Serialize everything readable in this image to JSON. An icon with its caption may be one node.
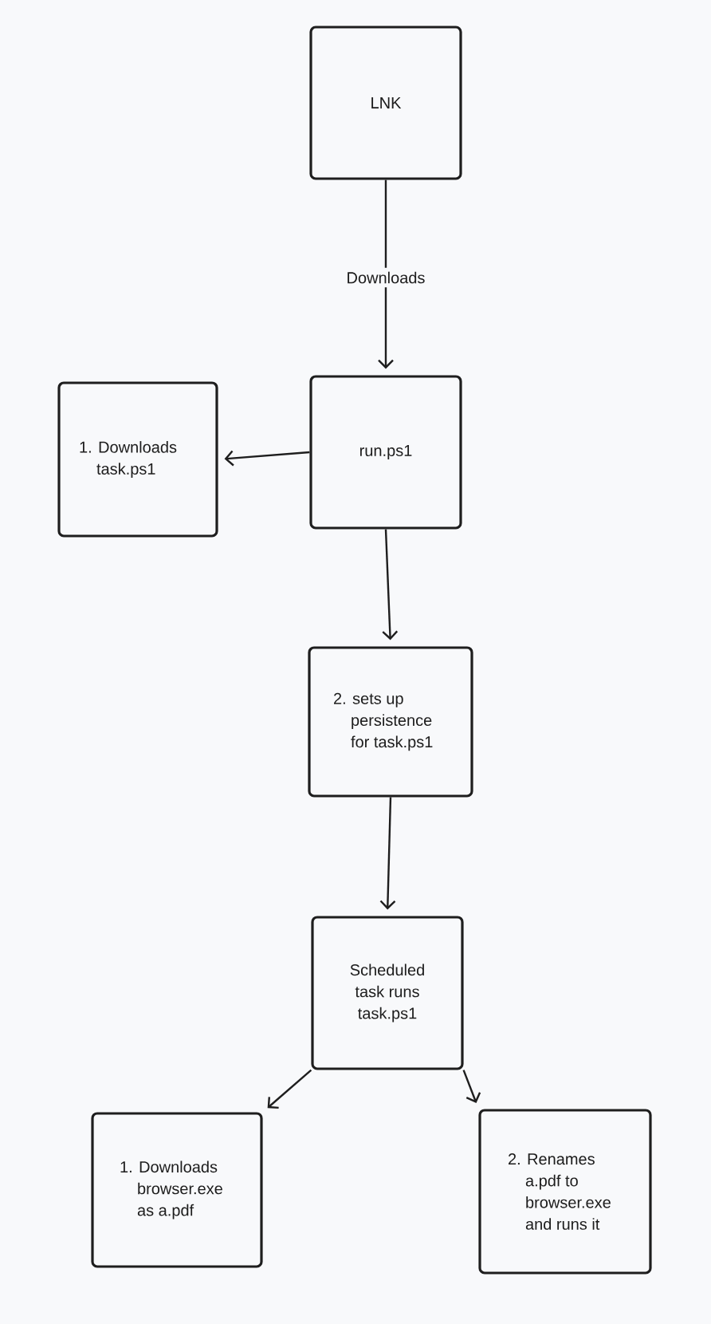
{
  "diagram": {
    "nodes": [
      {
        "text": [
          "LNK"
        ]
      },
      {
        "text": [
          "1. Downloads task.ps1"
        ]
      },
      {
        "text": [
          "run.ps1"
        ]
      },
      {
        "text": [
          "2. sets up persistence for task.ps1"
        ]
      },
      {
        "text": [
          "Scheduled task runs task.ps1"
        ]
      },
      {
        "text": [
          "1. Downloads browser.exe as a.pdf"
        ]
      },
      {
        "text": [
          "2. Renames a.pdf to browser.exe and runs it"
        ]
      }
    ],
    "edges": [
      {
        "from": 0,
        "to": 2,
        "arrow": "to",
        "label": "Downloads"
      },
      {
        "from": 2,
        "to": 1,
        "arrow": "to"
      },
      {
        "from": 2,
        "to": 3,
        "arrow": "to"
      },
      {
        "from": 3,
        "to": 4,
        "arrow": "to"
      },
      {
        "from": 4,
        "to": 5,
        "arrow": "to"
      },
      {
        "from": 4,
        "to": 6,
        "arrow": "to"
      }
    ]
  }
}
